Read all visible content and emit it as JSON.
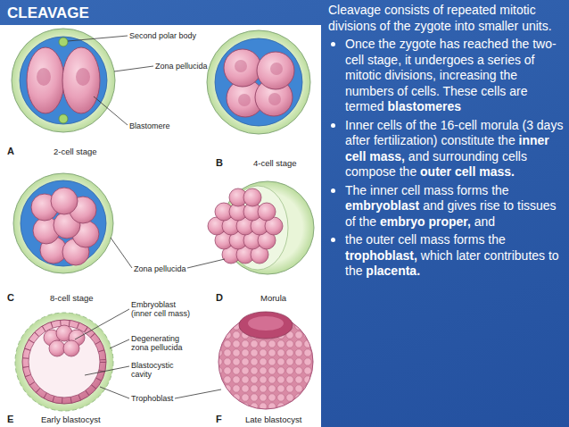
{
  "diagram": {
    "title": "CLEAVAGE",
    "labels": [
      "Second polar body",
      "Zona pellucida",
      "Blastomere",
      "A",
      "2-cell stage",
      "B",
      "4-cell stage",
      "Zona pellucida",
      "C",
      "8-cell stage",
      "D",
      "Morula",
      "Embryoblast (inner cell mass)",
      "Degenerating zona pellucida",
      "Blastocystic cavity",
      "Trophoblast",
      "E",
      "Early blastocyst",
      "F",
      "Late blastocyst",
      "Cleavage consists of repeated mitotic divisions of the zygote into smaller units.",
      "Once the zygote has reached the two-cell stage, it undergoes a series of mitotic divisions, increasing the numbers of cells. These cells are termed blastomeres",
      "Inner cells of the 16-cell morula (3 days after fertilization) constitute the inner cell mass, and surrounding cells compose the outer cell mass.",
      "The inner cell mass forms the embryoblast and gives rise to tissues of the embryo proper, and",
      "the outer cell mass forms the trophoblast, which later contributes to the placenta."
    ]
  }
}
